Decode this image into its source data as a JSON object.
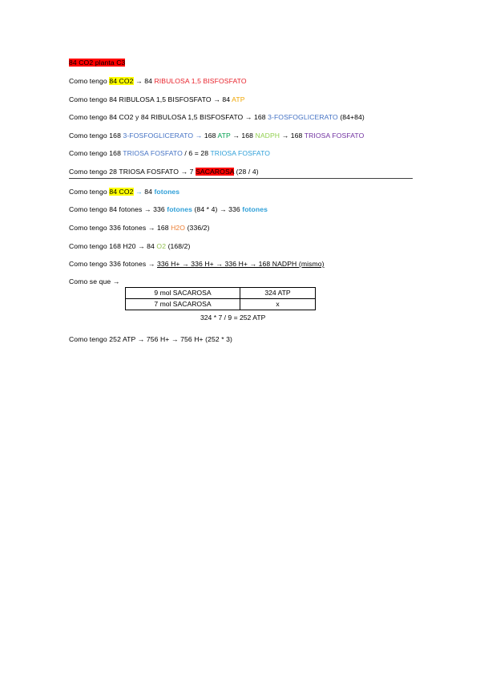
{
  "title": "84 CO2 planta C3",
  "lines": {
    "l1": {
      "a": "Como tengo ",
      "b": "84 CO2",
      "c": " → 84 ",
      "d": "RIBULOSA 1,5 BISFOSFATO"
    },
    "l2": {
      "a": "Como tengo 84 RIBULOSA 1,5 BISFOSFATO → 84 ",
      "b": "ATP"
    },
    "l3": {
      "a": "Como tengo 84 CO2 y 84 RIBULOSA 1,5 BISFOSFATO → 168 ",
      "b": "3-FOSFOGLICERATO",
      "c": " (84+84)"
    },
    "l4": {
      "a": "Como tengo 168 ",
      "b": "3-FOSFOGLICERATO",
      "c": " → ",
      "d": "168 ",
      "e": "ATP",
      "f": " → 168 ",
      "g": "NADPH",
      "h": " → 168 ",
      "i": "TRIOSA FOSFATO"
    },
    "l5": {
      "a": "Como tengo 168 ",
      "b": "TRIOSA FOSFATO",
      "c": " / 6 = 28 ",
      "d": "TRIOSA FOSFATO"
    },
    "l6": {
      "a": "Como tengo 28 TRIOSA FOSFATO → 7 ",
      "b": "SACAROSA",
      "c": " (28 / 4)"
    },
    "l7": {
      "a": "Como tengo ",
      "b": "84 CO2",
      "c": " → ",
      "d": "84 ",
      "e": "fotones"
    },
    "l8": {
      "a": "Como tengo 84 fotones → 336 ",
      "b": "fotones",
      "c": " (84 * 4) → 336 ",
      "d": "fotones"
    },
    "l9": {
      "a": "Como tengo 336 fotones → 168 ",
      "b": "H2O",
      "c": " (336/2)"
    },
    "l10": {
      "a": "Como tengo 168 H20 → 84 ",
      "b": "O2",
      "c": " (168/2)"
    },
    "l11": {
      "a": "Como tengo 336 fotones → ",
      "b": "336 H+ → 336 H+ → 336 H+ → 168 NADPH (mismo)"
    },
    "l12": {
      "a": "Como se que →"
    },
    "l13": {
      "a": "Como tengo 252 ATP → 756 H+ → 756 H+ (252 * 3)"
    }
  },
  "table": {
    "rows": [
      [
        "9 mol SACAROSA",
        "324 ATP"
      ],
      [
        "7 mol SACAROSA",
        "x"
      ]
    ]
  },
  "calc": "324 * 7 / 9 = 252 ATP",
  "colors": {
    "highlight_red": "#ff0000",
    "highlight_yellow": "#ffff00",
    "red_text": "#e8222b",
    "orange_text": "#f0a500",
    "blue_text": "#4472c4",
    "green_text": "#00a050",
    "light_green_text": "#92d050",
    "purple_text": "#7030a0",
    "cyan_text": "#2e9fd8"
  }
}
